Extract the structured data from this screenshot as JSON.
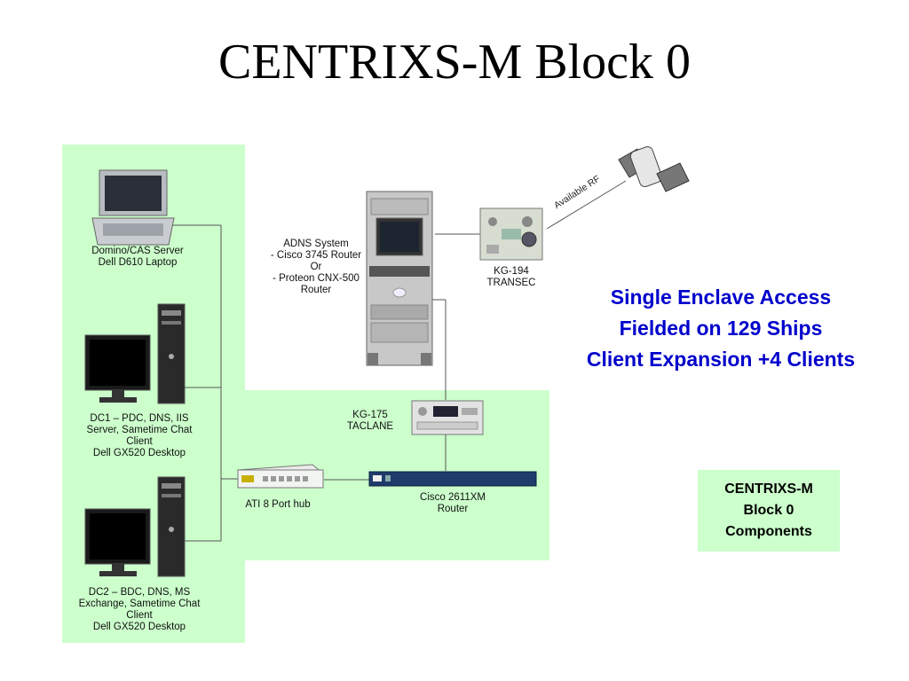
{
  "title": "CENTRIXS-M Block 0",
  "labels": {
    "domino": [
      "Domino/CAS Server",
      "Dell D610 Laptop"
    ],
    "dc1": [
      "DC1 – PDC, DNS, IIS",
      "Server, Sametime Chat",
      "Client",
      "Dell GX520 Desktop"
    ],
    "dc2": [
      "DC2 – BDC, DNS, MS",
      "Exchange, Sametime Chat",
      "Client",
      "Dell GX520 Desktop"
    ],
    "adns": [
      "ADNS System",
      "- Cisco 3745 Router",
      "Or",
      "- Proteon CNX-500",
      "Router"
    ],
    "kg194": [
      "KG-194",
      "TRANSEC"
    ],
    "kg175": [
      "KG-175",
      "TACLANE"
    ],
    "hub": [
      "ATI 8 Port hub"
    ],
    "cisco": [
      "Cisco 2611XM",
      "Router"
    ],
    "rf": "Available RF"
  },
  "highlights": [
    "Single Enclave Access",
    "Fielded on 129 Ships",
    "Client Expansion +4 Clients"
  ],
  "box": [
    "CENTRIXS-M",
    "Block 0",
    "Components"
  ],
  "colors": {
    "panel": "#ccffcc",
    "highlight": "#0000cc"
  }
}
